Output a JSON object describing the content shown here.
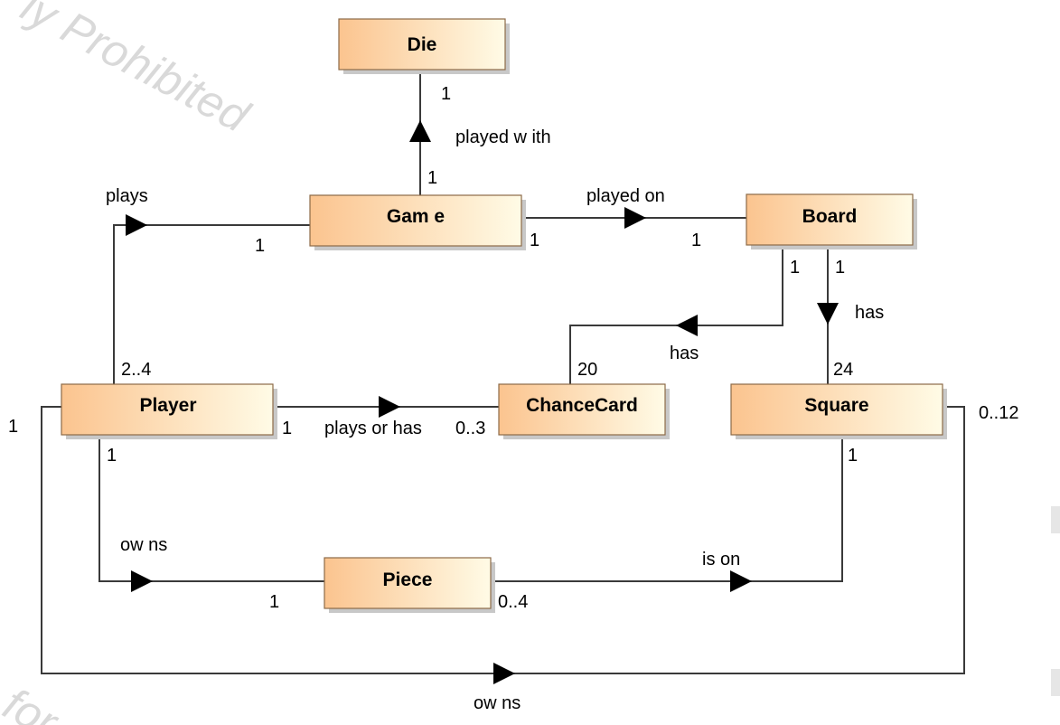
{
  "watermark": {
    "top_text": "ly Prohibited",
    "bottom_text": "for"
  },
  "classes": {
    "die": "Die",
    "game": "Gam e",
    "board": "Board",
    "player": "Player",
    "chancecard": "ChanceCard",
    "square": "Square",
    "piece": "Piece"
  },
  "associations": {
    "game_die": {
      "label": "played w ith",
      "mult_die": "1",
      "mult_game": "1"
    },
    "game_board": {
      "label": "played on",
      "mult_game": "1",
      "mult_board": "1"
    },
    "player_game": {
      "label": "plays",
      "mult_game": "1",
      "mult_player": "2..4"
    },
    "board_chancecard": {
      "label": "has",
      "mult_board": "1",
      "mult_chancecard": "20"
    },
    "board_square": {
      "label": "has",
      "mult_board": "1",
      "mult_square": "24"
    },
    "player_chancecard": {
      "label": "plays or has",
      "mult_player": "1",
      "mult_chancecard": "0..3"
    },
    "player_piece": {
      "label": "ow ns",
      "mult_player": "1",
      "mult_piece": "1"
    },
    "piece_square": {
      "label": "is on",
      "mult_piece": "0..4",
      "mult_square": "1"
    },
    "player_square": {
      "label": "ow ns",
      "mult_player": "1",
      "mult_square": "0..12"
    }
  },
  "colors": {
    "box_left": "#fbc48f",
    "box_right": "#fffbe6",
    "border": "#8c6a48"
  }
}
